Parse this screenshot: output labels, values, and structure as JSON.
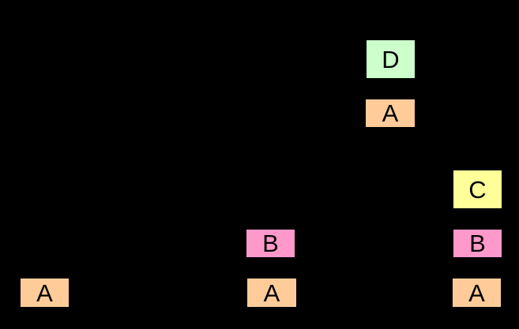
{
  "blocks": [
    {
      "label": "A",
      "color": "#ffcc99"
    },
    {
      "label": "A",
      "color": "#ffcc99"
    },
    {
      "label": "B",
      "color": "#ff99cc"
    },
    {
      "label": "D",
      "color": "#ccffcc"
    },
    {
      "label": "A",
      "color": "#ffcc99"
    },
    {
      "label": "C",
      "color": "#ffff99"
    },
    {
      "label": "B",
      "color": "#ff99cc"
    },
    {
      "label": "A",
      "color": "#ffcc99"
    }
  ]
}
